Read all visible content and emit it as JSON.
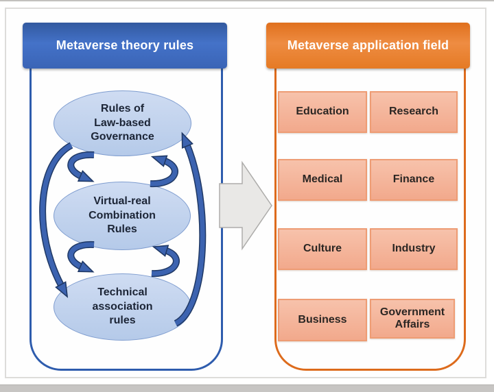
{
  "left_panel": {
    "header": "Metaverse theory rules",
    "nodes": [
      {
        "label": "Rules of\nLaw-based\nGovernance"
      },
      {
        "label": "Virtual-real\nCombination\nRules"
      },
      {
        "label": "Technical\nassociation\nrules"
      }
    ]
  },
  "right_panel": {
    "header": "Metaverse application field",
    "fields": [
      {
        "label": "Education"
      },
      {
        "label": "Research"
      },
      {
        "label": "Medical"
      },
      {
        "label": "Finance"
      },
      {
        "label": "Culture"
      },
      {
        "label": "Industry"
      },
      {
        "label": "Business"
      },
      {
        "label": "Government Affairs"
      }
    ]
  },
  "connector": {
    "shape": "block-arrow-right"
  },
  "colors": {
    "left_accent": "#2e5cad",
    "left_header_fill": "#3c66ba",
    "node_fill": "#bed2ec",
    "cycle_arrow_blue": "#3c63b0",
    "cycle_arrow_outline": "#1f3864",
    "right_accent": "#dd6b1c",
    "right_header_fill": "#e8813a",
    "field_fill": "#f5b79e",
    "field_border": "#ee9c74",
    "block_arrow_fill": "#e9e8e6",
    "frame_gray": "#dddcda"
  }
}
